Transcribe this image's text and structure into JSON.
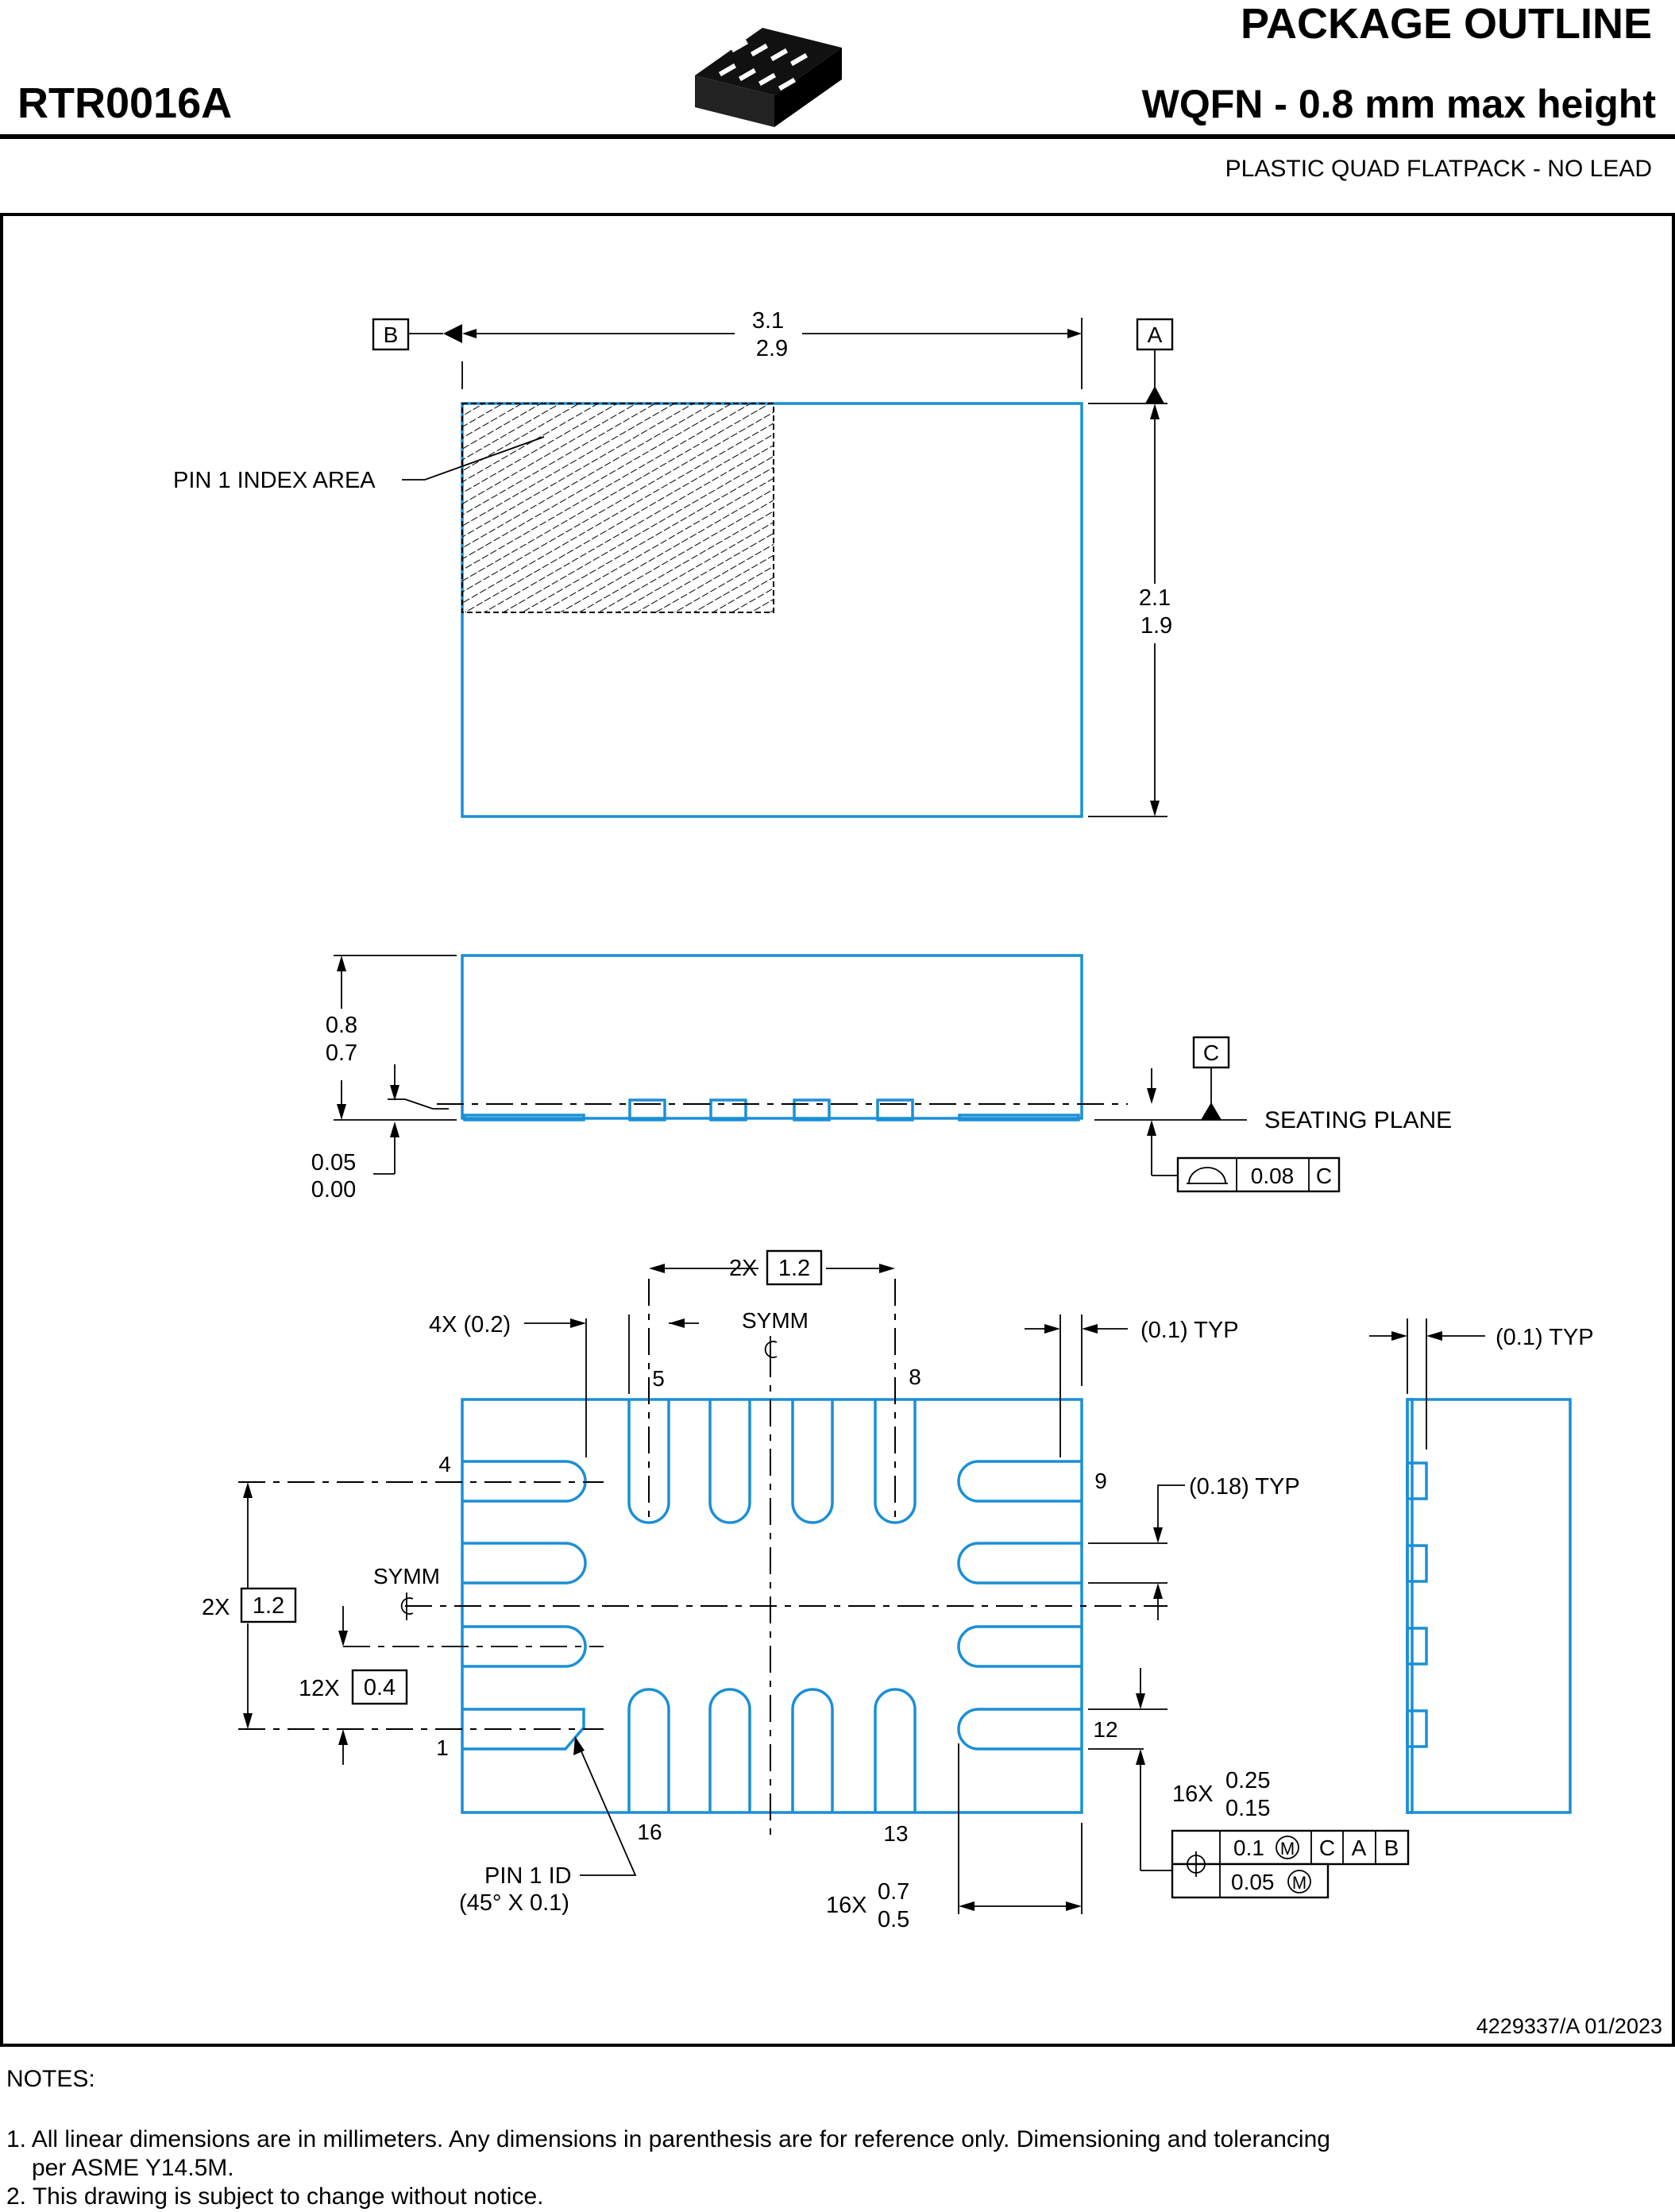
{
  "header": {
    "part_number": "RTR0016A",
    "doc_type": "PACKAGE OUTLINE",
    "package": "WQFN - 0.8 mm max height",
    "package_desc": "PLASTIC QUAD FLATPACK - NO LEAD"
  },
  "top_view": {
    "datum_b": "B",
    "datum_a": "A",
    "width_max": "3.1",
    "width_min": "2.9",
    "height_max": "2.1",
    "height_min": "1.9",
    "pin1_area_label": "PIN 1 INDEX AREA"
  },
  "side_view": {
    "height_max": "0.8",
    "height_min": "0.7",
    "standoff_max": "0.05",
    "standoff_min": "0.00",
    "datum_c": "C",
    "seating_plane": "SEATING PLANE",
    "flatness_value": "0.08",
    "flatness_datum": "C"
  },
  "bottom_view": {
    "pitch_count_top": "2X",
    "pitch_top": "1.2",
    "lead_width_label": "4X (0.2)",
    "symm_top": "SYMM",
    "typ_right": "(0.1) TYP",
    "typ_018": "(0.18) TYP",
    "pitch_count_left": "2X",
    "pitch_left": "1.2",
    "symm_left": "SYMM",
    "pitch_count_12x": "12X",
    "pitch_12x": "0.4",
    "pin_5": "5",
    "pin_8": "8",
    "pin_4": "4",
    "pin_9": "9",
    "pin_1": "1",
    "pin_12": "12",
    "pin_16": "16",
    "pin_13": "13",
    "pin1_id_label": "PIN 1 ID",
    "pin1_id_detail": "(45° X 0.1)",
    "lead_len_count": "16X",
    "lead_len_max": "0.7",
    "lead_len_min": "0.5",
    "lead_w_count": "16X",
    "lead_w_max": "0.25",
    "lead_w_min": "0.15",
    "fcf_tol1": "0.1",
    "fcf_d1": "C",
    "fcf_d2": "A",
    "fcf_d3": "B",
    "fcf_tol2": "0.05"
  },
  "side_view_right": {
    "typ": "(0.1) TYP"
  },
  "footer": {
    "doc_id": "4229337/A   01/2023"
  },
  "notes": {
    "heading": "NOTES:",
    "note1_line1": "1. All linear dimensions are in millimeters. Any dimensions in parenthesis are for reference only. Dimensioning and tolerancing",
    "note1_line2": "per ASME Y14.5M.",
    "note2": "2. This drawing is subject to change without notice."
  }
}
